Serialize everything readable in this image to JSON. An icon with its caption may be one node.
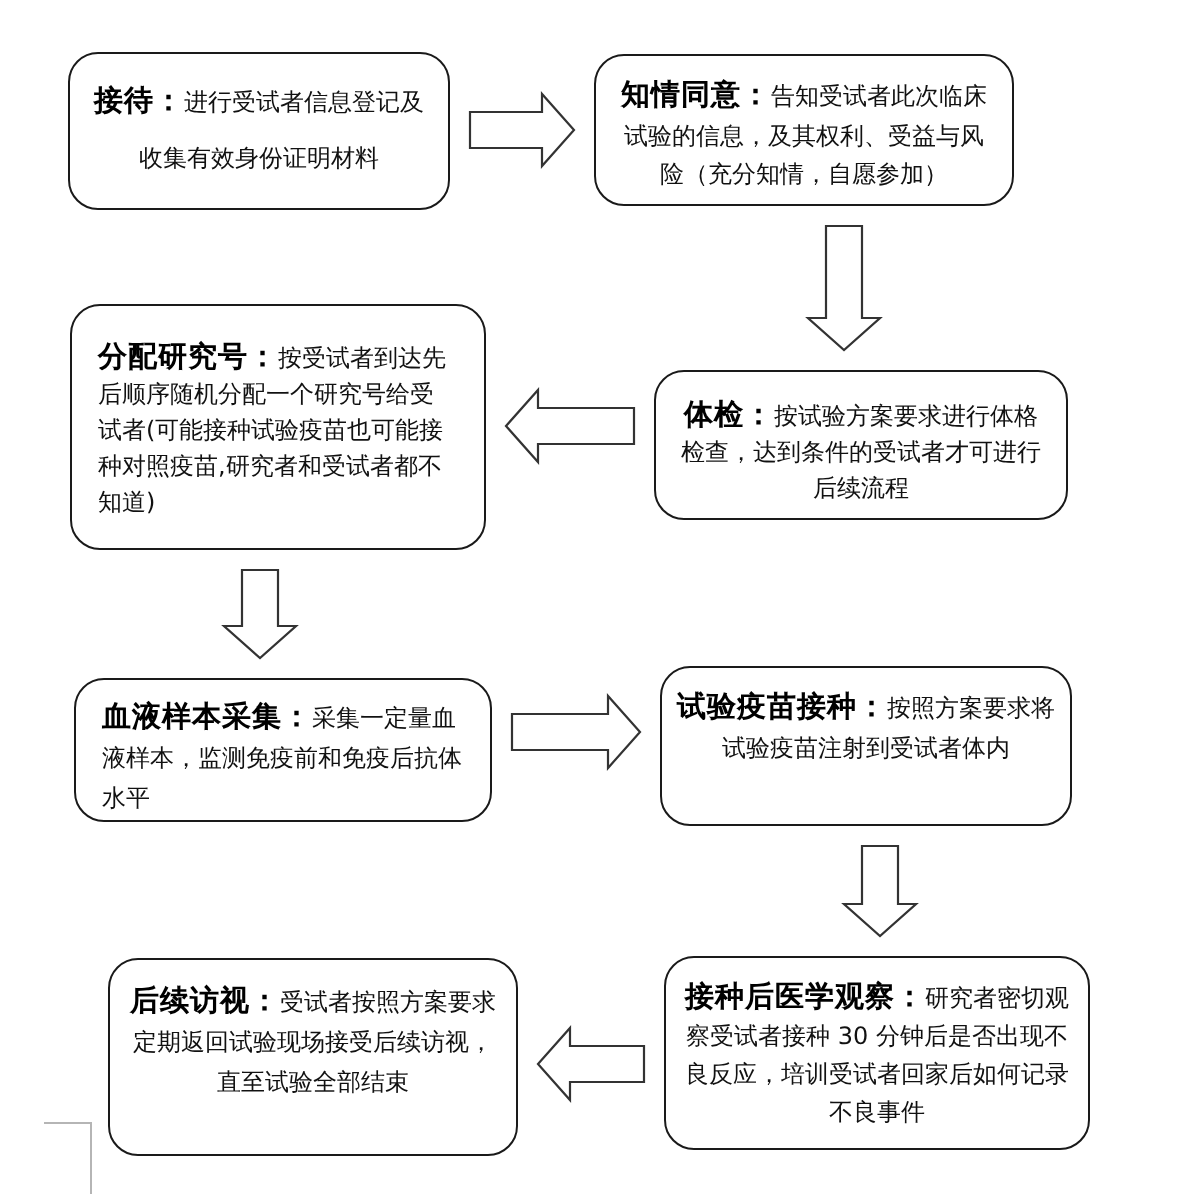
{
  "diagram": {
    "nodes": [
      {
        "text": [
          "**接待：**进行受试者信息登记及收集有效身份证明材料"
        ]
      },
      {
        "text": [
          "**知情同意：**告知受试者此次临床试验的信息，及其权利、受益与风险（充分知情，自愿参加）"
        ]
      },
      {
        "text": [
          "**体检：**按试验方案要求进行体格检查，达到条件的受试者才可进行后续流程"
        ]
      },
      {
        "text": [
          "**分配研究号：**按受试者到达先后顺序随机分配一个研究号给受试者(可能接种试验疫苗也可能接种对照疫苗,研究者和受试者都不知道)"
        ]
      },
      {
        "text": [
          "**血液样本采集：**采集一定量血液样本，监测免疫前和免疫后抗体水平"
        ]
      },
      {
        "text": [
          "**试验疫苗接种：**按照方案要求将试验疫苗注射到受试者体内"
        ]
      },
      {
        "text": [
          "**接种后医学观察：**研究者密切观察受试者接种 30 分钟后是否出现不良反应，培训受试者回家后如何记录不良事件"
        ]
      },
      {
        "text": [
          "**后续访视：**受试者按照方案要求定期返回试验现场接受后续访视，直至试验全部结束"
        ]
      }
    ],
    "edges": [
      {
        "from": 0,
        "to": 1,
        "arrow": "to"
      },
      {
        "from": 1,
        "to": 2,
        "arrow": "to"
      },
      {
        "from": 2,
        "to": 3,
        "arrow": "to"
      },
      {
        "from": 3,
        "to": 4,
        "arrow": "to"
      },
      {
        "from": 4,
        "to": 5,
        "arrow": "to"
      },
      {
        "from": 5,
        "to": 6,
        "arrow": "to"
      },
      {
        "from": 6,
        "to": 7,
        "arrow": "to"
      }
    ]
  }
}
